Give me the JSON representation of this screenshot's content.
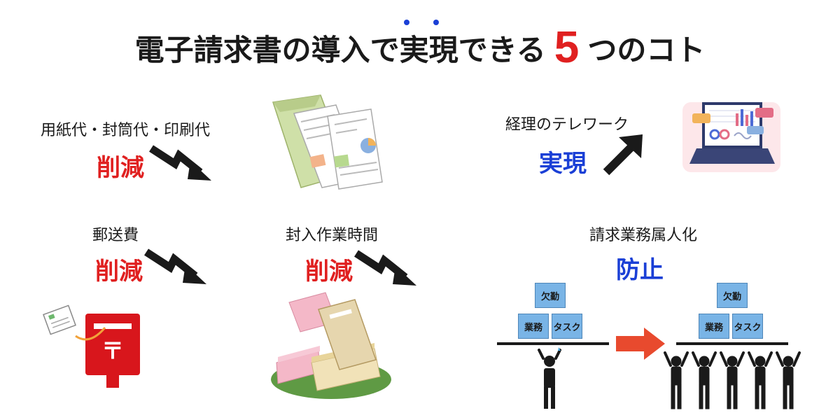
{
  "title": {
    "part1": "電子請求書の導入で",
    "part2": "実現",
    "part3": "できる",
    "number": "5",
    "part4": "つのコト"
  },
  "items": {
    "paper": {
      "label": "用紙代・封筒代・印刷代",
      "result": "削減"
    },
    "telework": {
      "label": "経理のテレワーク",
      "result": "実現"
    },
    "postage": {
      "label": "郵送費",
      "result": "削減"
    },
    "enclosing": {
      "label": "封入作業時間",
      "result": "削減"
    },
    "personalization": {
      "label": "請求業務属人化",
      "result": "防止"
    }
  },
  "task_boxes": {
    "before": [
      "欠勤",
      "業務",
      "タスク"
    ],
    "after": [
      "欠勤",
      "業務",
      "タスク"
    ]
  },
  "colors": {
    "red": "#e02020",
    "blue": "#1a3fd6",
    "box": "#79b4e6",
    "arrow": "#e84a2e"
  }
}
